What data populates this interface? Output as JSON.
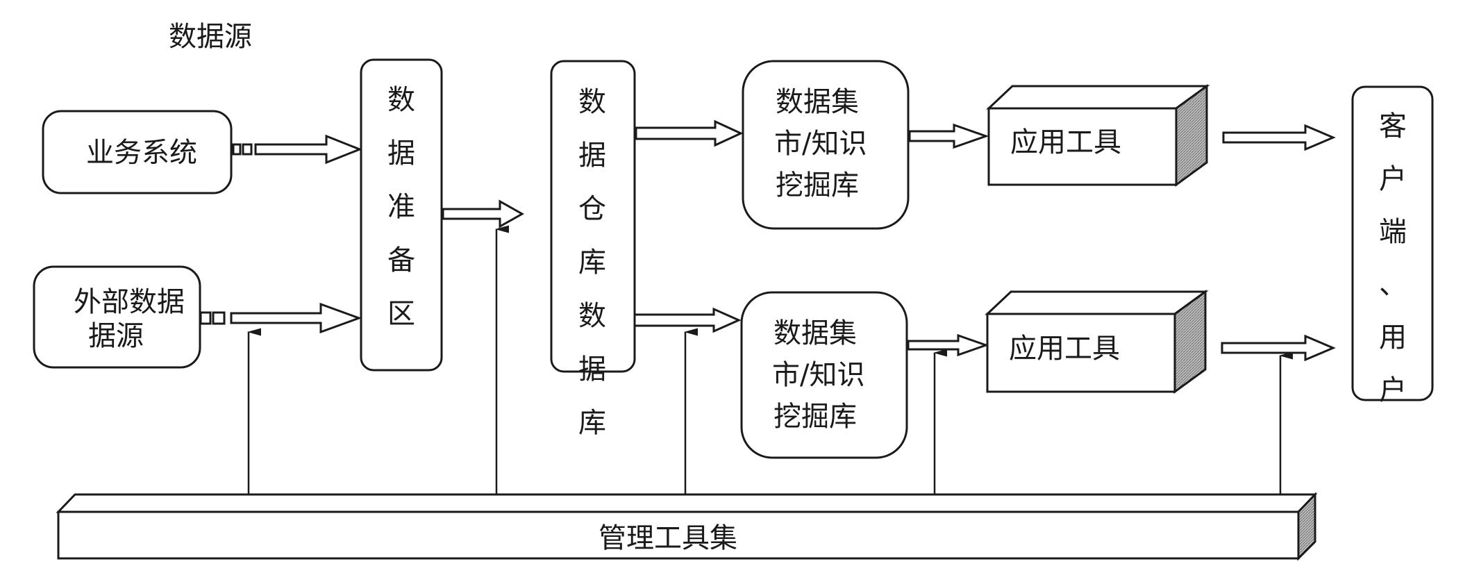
{
  "title": "数据源",
  "nodes": {
    "business_system": {
      "label": "业务系统"
    },
    "external_source": {
      "lines": [
        "外部数据",
        "据源"
      ]
    },
    "staging_area": {
      "chars": [
        "数",
        "据",
        "准",
        "备",
        "区"
      ]
    },
    "warehouse_db": {
      "chars": [
        "数",
        "据",
        "仓",
        "库",
        "数",
        "据",
        "库"
      ]
    },
    "datamart_1": {
      "lines": [
        "数据集",
        "市/知识",
        "挖掘库"
      ]
    },
    "datamart_2": {
      "lines": [
        "数据集",
        "市/知识",
        "挖掘库"
      ]
    },
    "app_tool_1": {
      "label": "应用工具"
    },
    "app_tool_2": {
      "label": "应用工具"
    },
    "client_user": {
      "chars": [
        "客",
        "户",
        "端",
        "、",
        "用",
        "户"
      ]
    },
    "management_tools": {
      "label": "管理工具集"
    }
  },
  "colors": {
    "stroke": "#1a1a1a",
    "background": "#ffffff",
    "shade": "#9a9a9a"
  }
}
